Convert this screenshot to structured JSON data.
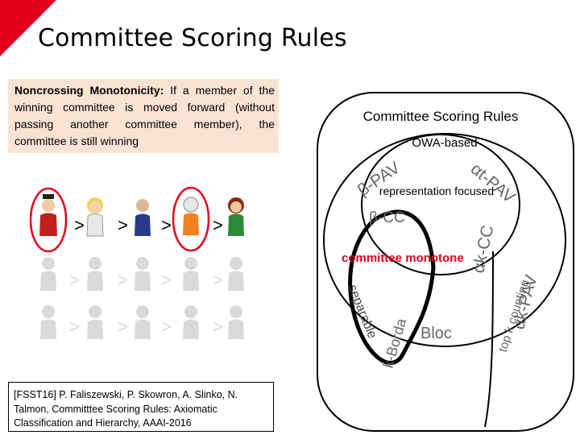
{
  "slide_title": "Committee Scoring Rules",
  "definition": {
    "term": "Noncrossing Monotonicity:",
    "text": "If a member of the winning committee is moved forward (without passing another committee member), the committee is still winning"
  },
  "reference": "[FSST16] P. Faliszewski, P. Skowron, A. Slinko, N. Talmon, Committtee Scoring Rules: Axiomatic Classification and Hierarchy, AAAI-2016",
  "preference_symbol": ">",
  "diagram": {
    "outer_label": "Committee Scoring Rules",
    "owa_label": "OWA-based",
    "beta_pav": "β-PAV",
    "alpha_pav_top": "αt-PAV",
    "representation_focused": "representation focused",
    "beta_cc": "β-CC",
    "alpha_cc": "αk-CC",
    "committee_monotone": "committee monotone",
    "separable": "separable",
    "k_borda": "k-Borda",
    "bloc": "Bloc",
    "alpha_pav_bottom": "αk-PAV",
    "top_k_counting": "top k counting"
  },
  "colors": {
    "corner": "#e3001b",
    "highlight_ring": "#e3001b",
    "definition_bg": "#fbe3d4",
    "bold_ring": "#000000"
  }
}
